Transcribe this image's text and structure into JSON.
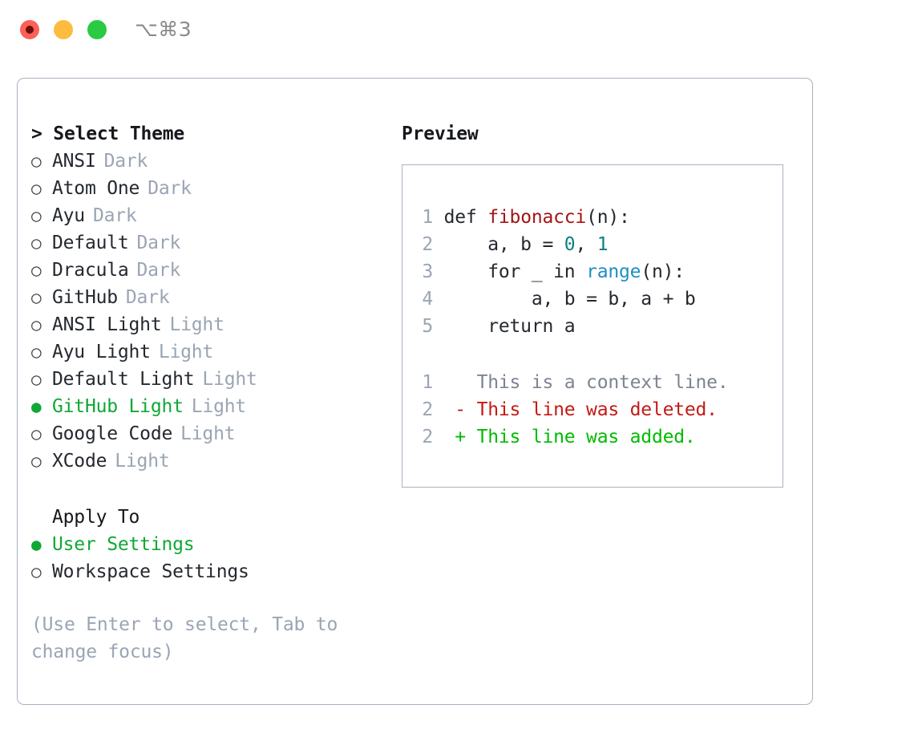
{
  "titlebar": {
    "shortcut": "⌥⌘3",
    "buttons": [
      {
        "name": "close",
        "color": "#fc6058"
      },
      {
        "name": "minimize",
        "color": "#fdbc40"
      },
      {
        "name": "zoom",
        "color": "#2acb42"
      }
    ]
  },
  "colors": {
    "selected_green": "#0fa836",
    "muted": "#9aa5b4",
    "border": "#a9b2c0",
    "text": "#24282f",
    "diff_added": "#00bb00",
    "diff_deleted": "#c41a16",
    "syntax_function": "#a31515",
    "syntax_number": "#0d8080",
    "syntax_call": "#1f8fc4"
  },
  "theme_list": {
    "title": "> Select Theme",
    "marker_unselected": "○",
    "marker_selected": "●",
    "items": [
      {
        "name": "ANSI",
        "kind": "Dark",
        "selected": false
      },
      {
        "name": "Atom One",
        "kind": "Dark",
        "selected": false
      },
      {
        "name": "Ayu",
        "kind": "Dark",
        "selected": false
      },
      {
        "name": "Default",
        "kind": "Dark",
        "selected": false
      },
      {
        "name": "Dracula",
        "kind": "Dark",
        "selected": false
      },
      {
        "name": "GitHub",
        "kind": "Dark",
        "selected": false
      },
      {
        "name": "ANSI Light",
        "kind": "Light",
        "selected": false
      },
      {
        "name": "Ayu Light",
        "kind": "Light",
        "selected": false
      },
      {
        "name": "Default Light",
        "kind": "Light",
        "selected": false
      },
      {
        "name": "GitHub Light",
        "kind": "Light",
        "selected": true
      },
      {
        "name": "Google Code",
        "kind": "Light",
        "selected": false
      },
      {
        "name": "XCode",
        "kind": "Light",
        "selected": false
      }
    ]
  },
  "apply_to": {
    "title": "Apply To",
    "options": [
      {
        "label": "User Settings",
        "selected": true
      },
      {
        "label": "Workspace Settings",
        "selected": false
      }
    ]
  },
  "hint": "(Use Enter to select, Tab to change focus)",
  "preview": {
    "title": "Preview",
    "code_lines": [
      {
        "no": "1",
        "segments": [
          {
            "t": "def ",
            "c": "plain"
          },
          {
            "t": "fibonacci",
            "c": "fn"
          },
          {
            "t": "(n):",
            "c": "plain"
          }
        ]
      },
      {
        "no": "2",
        "segments": [
          {
            "t": "    a, b = ",
            "c": "plain"
          },
          {
            "t": "0",
            "c": "num"
          },
          {
            "t": ", ",
            "c": "plain"
          },
          {
            "t": "1",
            "c": "num"
          }
        ]
      },
      {
        "no": "3",
        "segments": [
          {
            "t": "    for _ in ",
            "c": "plain"
          },
          {
            "t": "range",
            "c": "call"
          },
          {
            "t": "(n):",
            "c": "plain"
          }
        ]
      },
      {
        "no": "4",
        "segments": [
          {
            "t": "        a, b = b, a + b",
            "c": "plain"
          }
        ]
      },
      {
        "no": "5",
        "segments": [
          {
            "t": "    return a",
            "c": "plain"
          }
        ]
      }
    ],
    "diff_lines": [
      {
        "no": "1",
        "sign": " ",
        "text": " This is a context line.",
        "kind": "ctx"
      },
      {
        "no": "2",
        "sign": "-",
        "text": " This line was deleted.",
        "kind": "del"
      },
      {
        "no": "2",
        "sign": "+",
        "text": " This line was added.",
        "kind": "add"
      }
    ]
  }
}
